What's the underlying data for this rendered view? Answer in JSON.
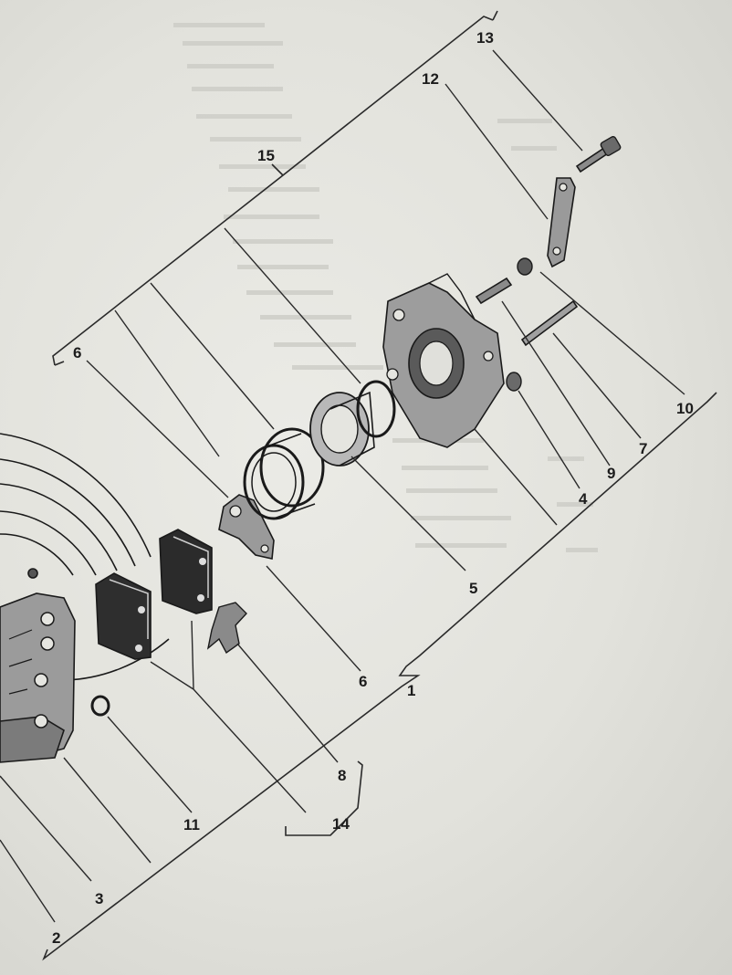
{
  "diagram": {
    "callouts": [
      {
        "id": "1",
        "label": "1"
      },
      {
        "id": "2",
        "label": "2"
      },
      {
        "id": "3",
        "label": "3"
      },
      {
        "id": "4",
        "label": "4"
      },
      {
        "id": "5",
        "label": "5"
      },
      {
        "id": "6a",
        "label": "6"
      },
      {
        "id": "6b",
        "label": "6"
      },
      {
        "id": "7",
        "label": "7"
      },
      {
        "id": "8",
        "label": "8"
      },
      {
        "id": "9",
        "label": "9"
      },
      {
        "id": "10",
        "label": "10"
      },
      {
        "id": "11",
        "label": "11"
      },
      {
        "id": "12",
        "label": "12"
      },
      {
        "id": "13",
        "label": "13"
      },
      {
        "id": "14",
        "label": "14"
      },
      {
        "id": "15",
        "label": "15"
      }
    ]
  },
  "colors": {
    "paper": "#e6e6e1",
    "ink": "#1a1a1a",
    "part_fill": "#8a8a8a",
    "bleed_through": "#b4b4ad"
  }
}
